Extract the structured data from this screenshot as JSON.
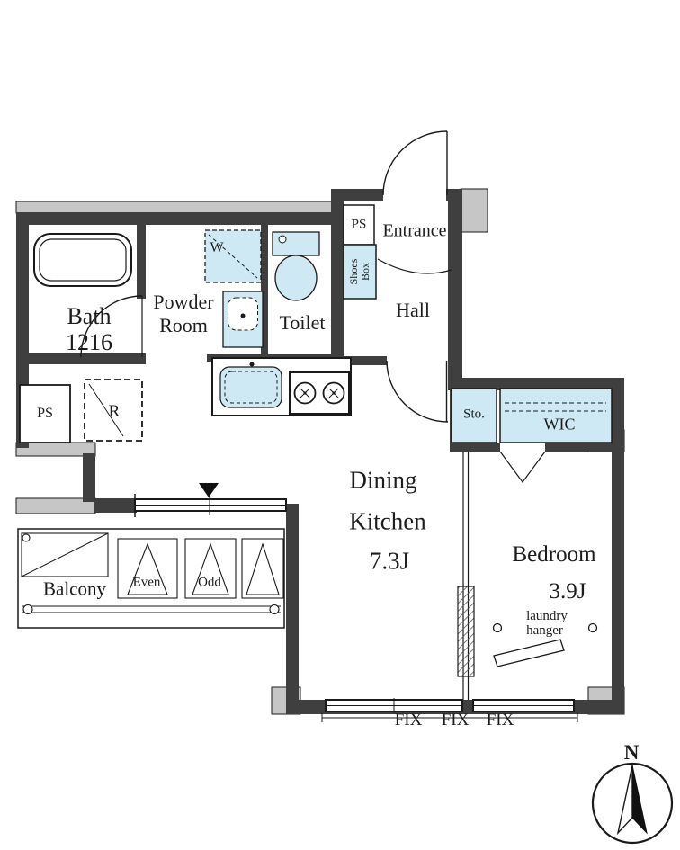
{
  "colors": {
    "fixture": "#cfe9f4",
    "wall": "#3f3f3f",
    "column": "#c6c6c6",
    "line": "#1a1a1a"
  },
  "rooms": {
    "bath": {
      "name": "Bath",
      "size": "1216"
    },
    "powder_room": {
      "line1": "Powder",
      "line2": "Room"
    },
    "toilet": {
      "name": "Toilet"
    },
    "entrance": {
      "name": "Entrance"
    },
    "hall": {
      "name": "Hall"
    },
    "dining_kitchen": {
      "line1": "Dining",
      "line2": "Kitchen",
      "size": "7.3J"
    },
    "bedroom": {
      "name": "Bedroom",
      "size": "3.9J"
    },
    "balcony": {
      "name": "Balcony"
    },
    "wic": {
      "name": "WIC"
    },
    "storage": {
      "name": "Sto."
    }
  },
  "fixtures": {
    "washer_label": "W",
    "fridge_label": "R",
    "ps_top": "PS",
    "ps_left": "PS",
    "shoes_box": {
      "line1": "Shoes",
      "line2": "Box"
    },
    "laundry_hanger": {
      "line1": "laundry",
      "line2": "hanger"
    }
  },
  "balcony_markers": {
    "even": "Even",
    "odd": "Odd"
  },
  "windows": {
    "fix_labels": [
      "FIX",
      "FIX",
      "FIX"
    ]
  },
  "compass": {
    "north": "N"
  }
}
